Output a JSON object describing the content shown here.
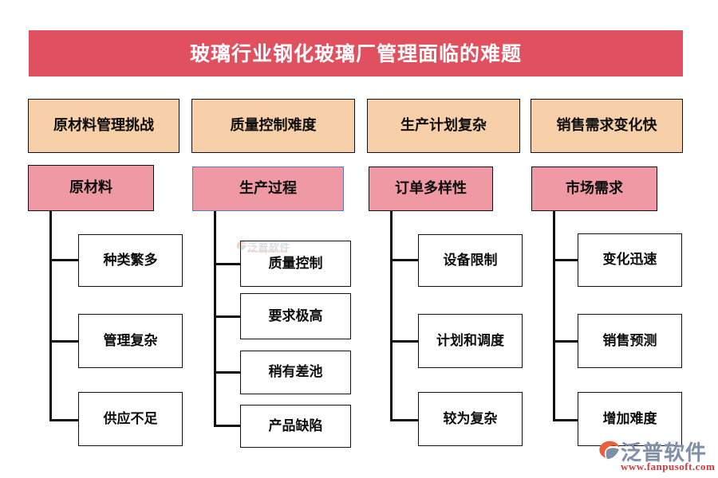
{
  "title": {
    "text": "玻璃行业钢化玻璃厂管理面临的难题",
    "background": "#E0505F",
    "color": "#ffffff"
  },
  "colors": {
    "banner": "#E0505F",
    "head_fill": "#F7CFA8",
    "sub_fill": "#EE99A4",
    "leaf_fill": "#FFFFFF",
    "border": "#111111",
    "blue_border": "#5B79C4",
    "logo_text": "#7F8FA6",
    "logo_url": "#D13A3A"
  },
  "columns": [
    {
      "head": "原材料管理挑战",
      "sub": "原材料",
      "sub_border": "black",
      "leaves": [
        "种类繁多",
        "管理复杂",
        "供应不足"
      ]
    },
    {
      "head": "质量控制难度",
      "sub": "生产过程",
      "sub_border": "blue",
      "leaves": [
        "质量控制",
        "要求极高",
        "稍有差池",
        "产品缺陷"
      ]
    },
    {
      "head": "生产计划复杂",
      "sub": "订单多样性",
      "sub_border": "black",
      "leaves": [
        "设备限制",
        "计划和调度",
        "较为复杂"
      ]
    },
    {
      "head": "销售需求变化快",
      "sub": "市场需求",
      "sub_border": "black",
      "leaves": [
        "变化迅速",
        "销售预测",
        "增加难度"
      ]
    }
  ],
  "watermark": {
    "brand": "泛普软件",
    "url": "www.fanpusoft.com"
  }
}
